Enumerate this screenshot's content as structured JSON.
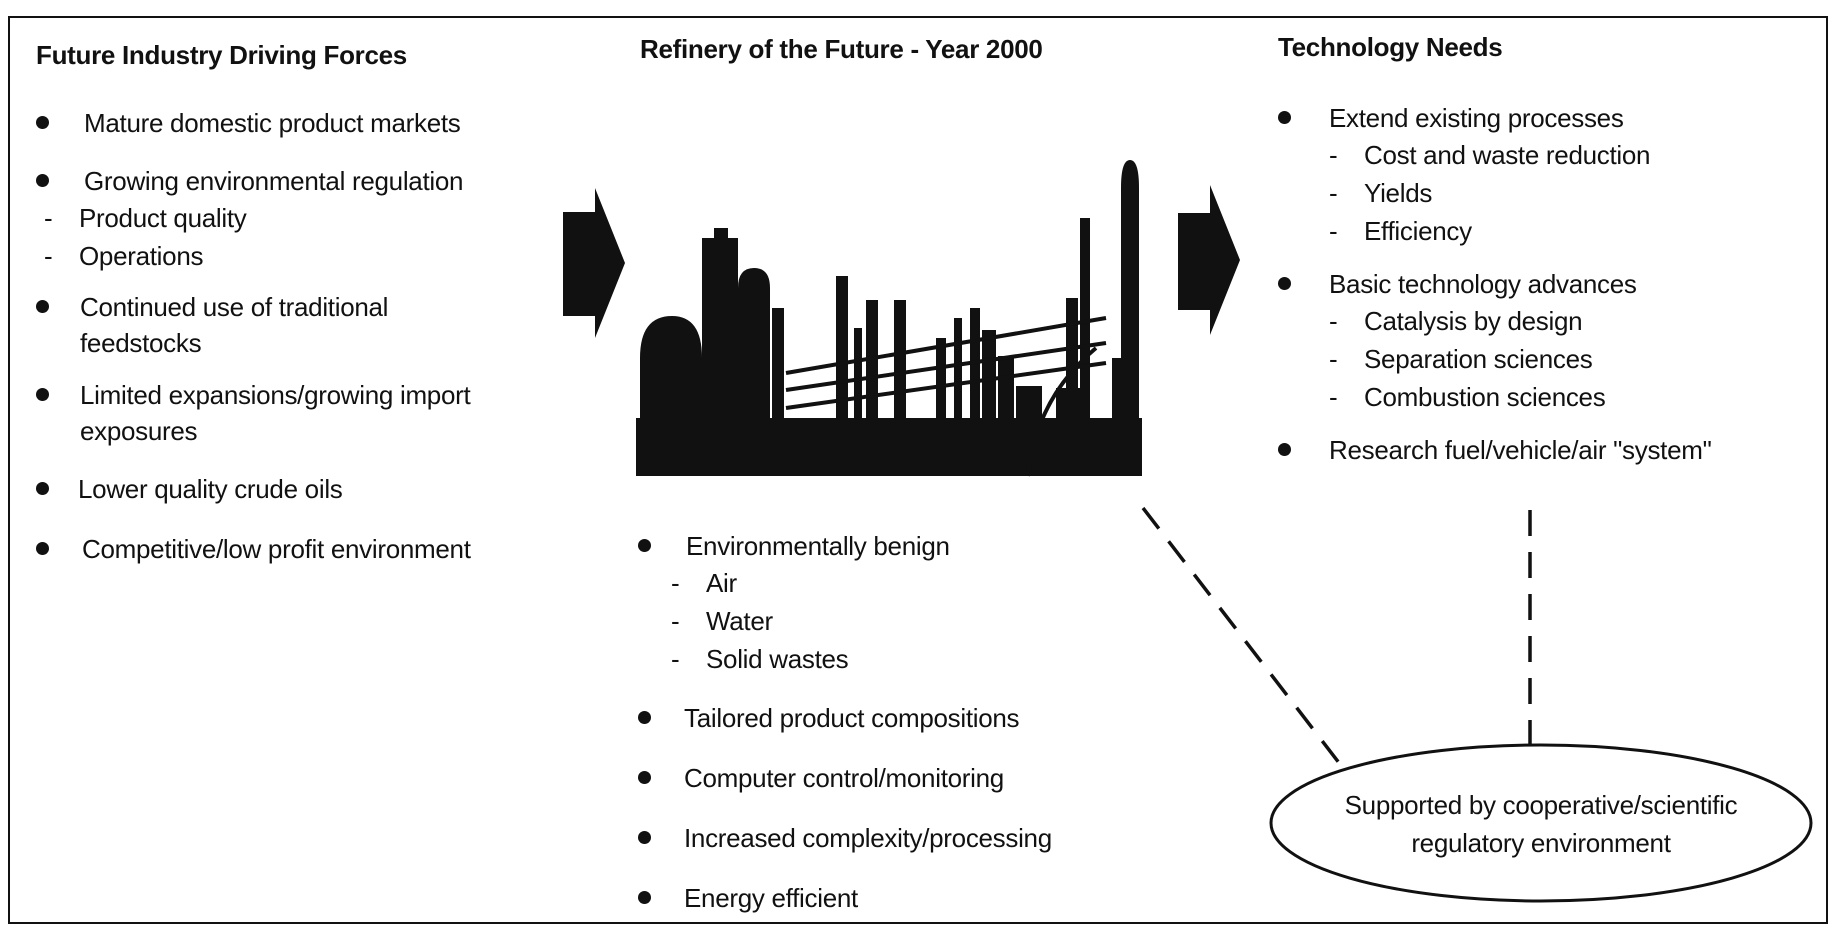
{
  "columns": {
    "left": {
      "title": "Future Industry Driving Forces",
      "items": [
        {
          "label": "Mature domestic product markets",
          "sub": []
        },
        {
          "label": "Growing environmental regulation",
          "sub": [
            "Product quality",
            "Operations"
          ]
        },
        {
          "label": "Continued use of traditional feedstocks",
          "sub": []
        },
        {
          "label": "Limited expansions/growing import exposures",
          "sub": []
        },
        {
          "label": "Lower quality crude oils",
          "sub": []
        },
        {
          "label": "Competitive/low profit environment",
          "sub": []
        }
      ]
    },
    "center": {
      "title": "Refinery of the Future - Year 2000",
      "items": [
        {
          "label": "Environmentally benign",
          "sub": [
            "Air",
            "Water",
            "Solid wastes"
          ]
        },
        {
          "label": "Tailored product compositions",
          "sub": []
        },
        {
          "label": "Computer control/monitoring",
          "sub": []
        },
        {
          "label": "Increased complexity/processing",
          "sub": []
        },
        {
          "label": "Energy efficient",
          "sub": []
        }
      ]
    },
    "right": {
      "title": "Technology Needs",
      "items": [
        {
          "label": "Extend existing processes",
          "sub": [
            "Cost and waste reduction",
            "Yields",
            "Efficiency"
          ]
        },
        {
          "label": "Basic technology advances",
          "sub": [
            "Catalysis by design",
            "Separation sciences",
            "Combustion sciences"
          ]
        },
        {
          "label": "Research fuel/vehicle/air \"system\"",
          "sub": []
        }
      ]
    }
  },
  "oval": {
    "line1": "Supported by cooperative/scientific",
    "line2": "regulatory environment"
  },
  "sub_marker": "-",
  "colors": {
    "ink": "#111111",
    "background": "#ffffff"
  },
  "icons": [
    "right-arrow-icon",
    "refinery-silhouette-icon"
  ]
}
